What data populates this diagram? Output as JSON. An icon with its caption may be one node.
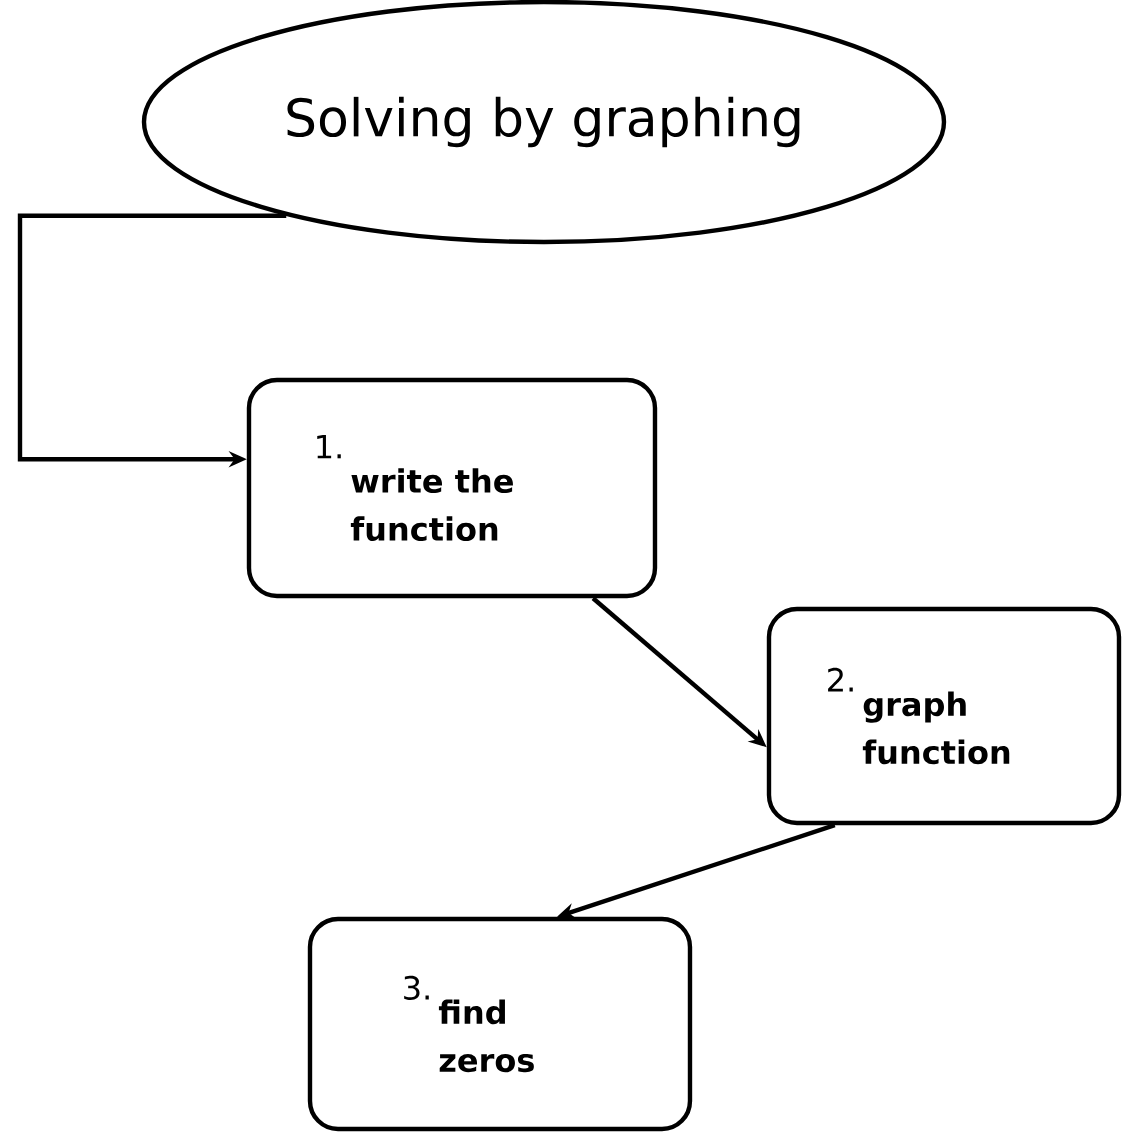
{
  "diagram": {
    "nodes": [
      {
        "text": [
          "Solving by graphing"
        ]
      },
      {
        "text": [
          "1.",
          "write the function"
        ]
      },
      {
        "text": [
          "2.",
          "graph function"
        ]
      },
      {
        "text": [
          "3.",
          "find zeros"
        ]
      }
    ],
    "edges": [
      {
        "from": 0,
        "to": 1,
        "arrow": "to"
      },
      {
        "from": 1,
        "to": 2,
        "arrow": "to"
      },
      {
        "from": 2,
        "to": 3,
        "arrow": "to"
      }
    ]
  }
}
